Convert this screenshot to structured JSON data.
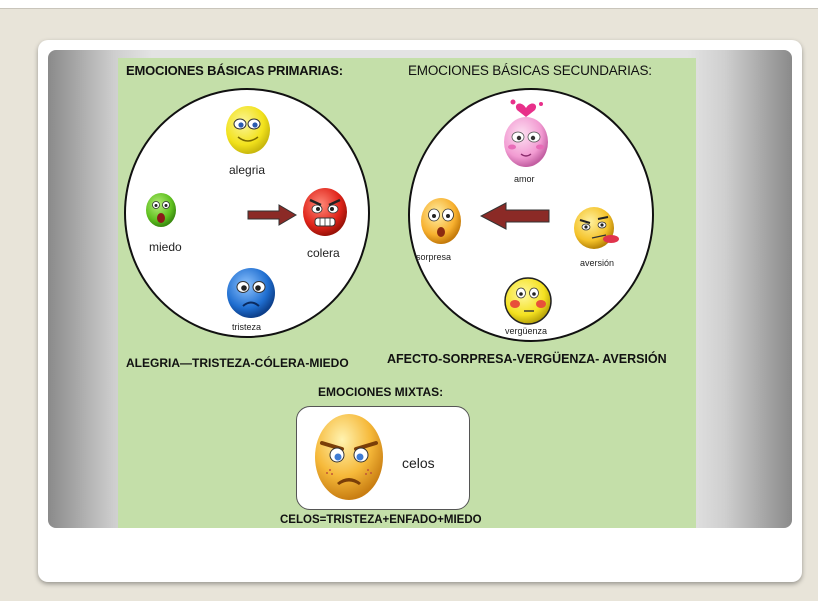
{
  "primary": {
    "heading": "EMOCIONES BÁSICAS PRIMARIAS:",
    "emotions": {
      "alegria": "alegria",
      "miedo": "miedo",
      "colera": "colera",
      "tristeza": "tristeza"
    },
    "summary": "ALEGRIA—TRISTEZA-CÓLERA-MIEDO"
  },
  "secondary": {
    "heading": "EMOCIONES BÁSICAS SECUNDARIAS:",
    "emotions": {
      "amor": "amor",
      "sorpresa": "sorpresa",
      "aversion": "aversión",
      "verguenza": "vergüenza"
    },
    "summary": "AFECTO-SORPRESA-VERGÜENZA- AVERSIÓN"
  },
  "mixed": {
    "heading": "EMOCIONES MIXTAS:",
    "label": "celos",
    "formula": "CELOS=TRISTEZA+ENFADO+MIEDO"
  },
  "colors": {
    "panel": "#c4dfa9",
    "arrow": "#8b2a26",
    "yellow_face": "#f4e62a",
    "green_face": "#67c827",
    "red_face": "#e02a1e",
    "blue_face": "#2a7ad0",
    "pink_face": "#f3a6d6",
    "orange_face": "#f8b53c"
  }
}
